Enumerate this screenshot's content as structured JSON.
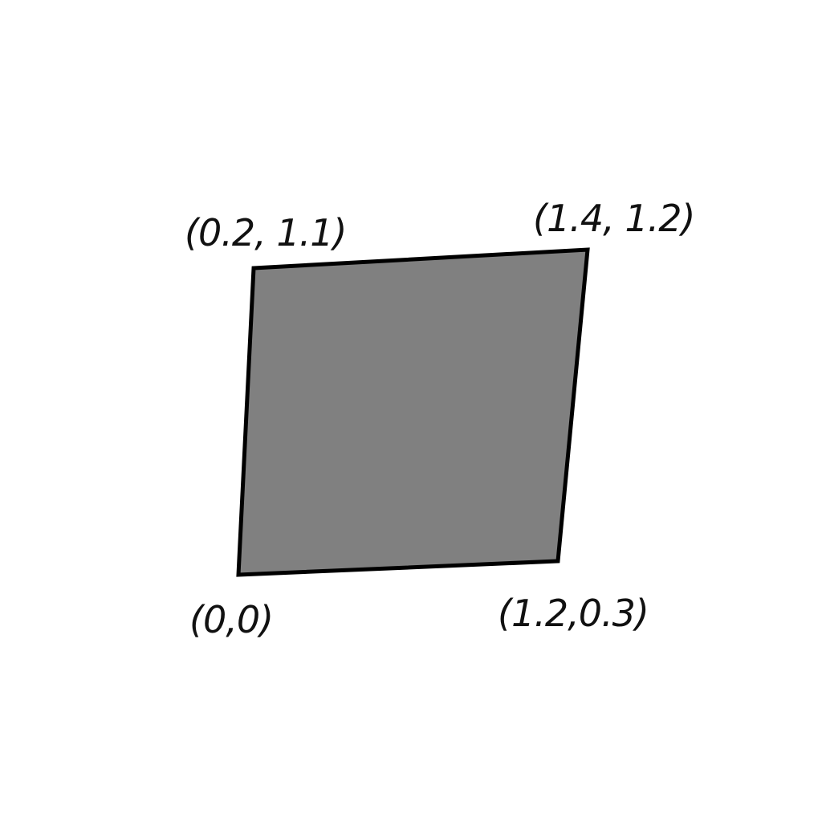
{
  "diagram": {
    "shape_fill": "#808080",
    "shape_stroke": "#000000",
    "vertices": [
      {
        "id": "origin",
        "label": "(0,0)"
      },
      {
        "id": "bottom-right",
        "label": "(1.2,0.3)"
      },
      {
        "id": "top-right",
        "label": "(1.4, 1.2)"
      },
      {
        "id": "top-left",
        "label": "(0.2, 1.1)"
      }
    ]
  }
}
